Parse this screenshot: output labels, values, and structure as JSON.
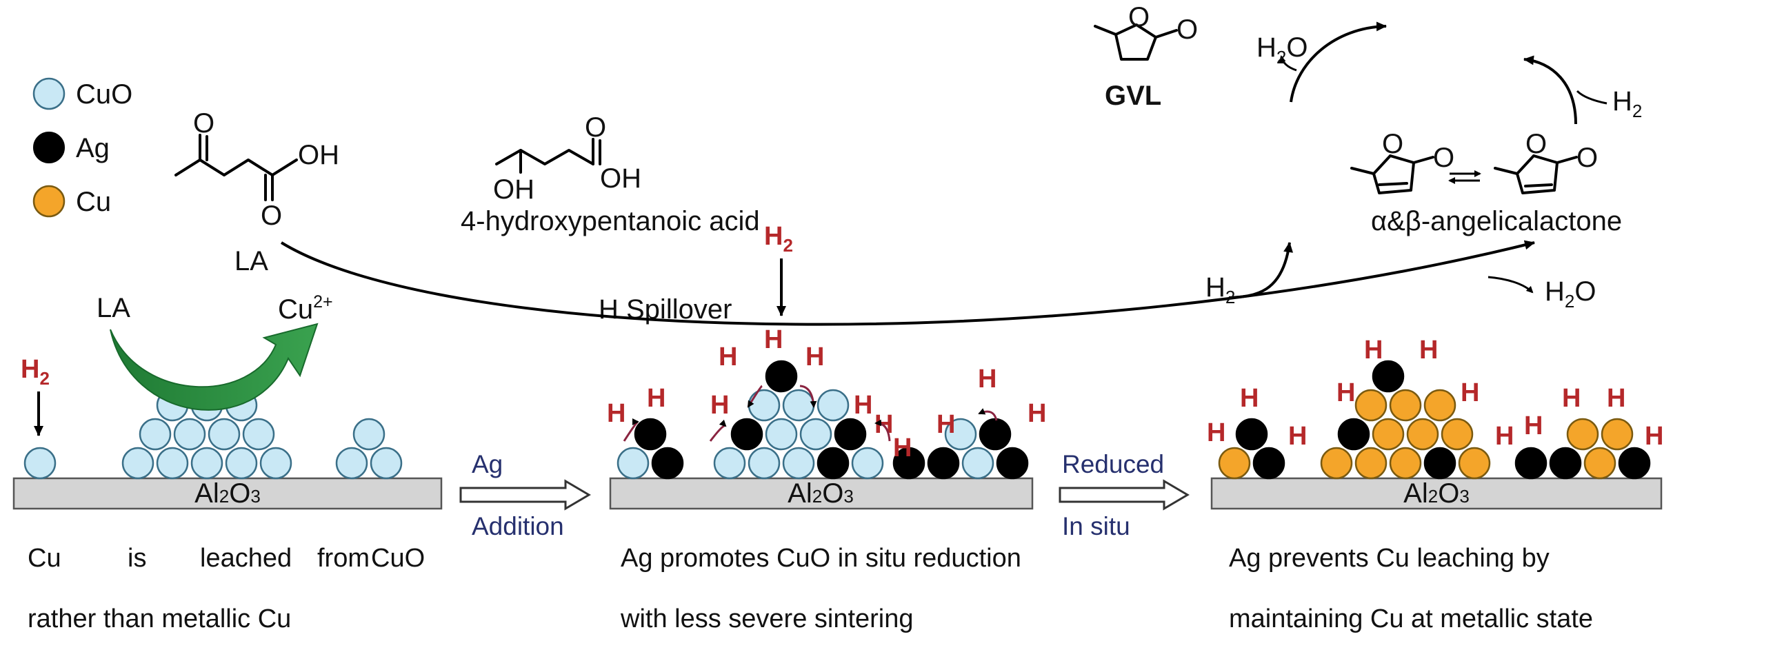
{
  "legend": [
    {
      "label": "CuO",
      "color": "#c9e8f5"
    },
    {
      "label": "Ag",
      "color": "#000000"
    },
    {
      "label": "Cu",
      "color": "#f4a52a"
    }
  ],
  "colors": {
    "cuo": "#c9e8f5",
    "ag": "#000000",
    "cu": "#f4a52a",
    "support": "#d4d4d4",
    "hydrogen": "#b5282a",
    "leach_arrow": "#2a8a3e",
    "process_text": "#26306e"
  },
  "support_label": "Al2O3",
  "panel1": {
    "h2": "H2",
    "la": "LA",
    "cu2plus": "Cu2+",
    "caption_words": [
      "Cu",
      "is",
      "leached",
      "from",
      "CuO"
    ],
    "caption_line2": "rather than metallic Cu"
  },
  "arrow1": {
    "top": "Ag",
    "bottom": "Addition"
  },
  "panel2": {
    "h2": "H2",
    "spillover": "H Spillover",
    "h": "H",
    "caption_line1": "Ag promotes CuO in situ reduction",
    "caption_line2": "with less severe sintering"
  },
  "arrow2": {
    "top": "Reduced",
    "bottom": "In situ"
  },
  "panel3": {
    "h": "H",
    "caption_line1": "Ag prevents Cu leaching by",
    "caption_line2": "maintaining Cu at metallic state"
  },
  "scheme": {
    "la": "LA",
    "hpa": "4-hydroxypentanoic acid",
    "angelica": "α&β-angelicalactone",
    "gvl": "GVL",
    "h2o": "H2O",
    "h2": "H2",
    "oh": "OH",
    "o": "O"
  }
}
